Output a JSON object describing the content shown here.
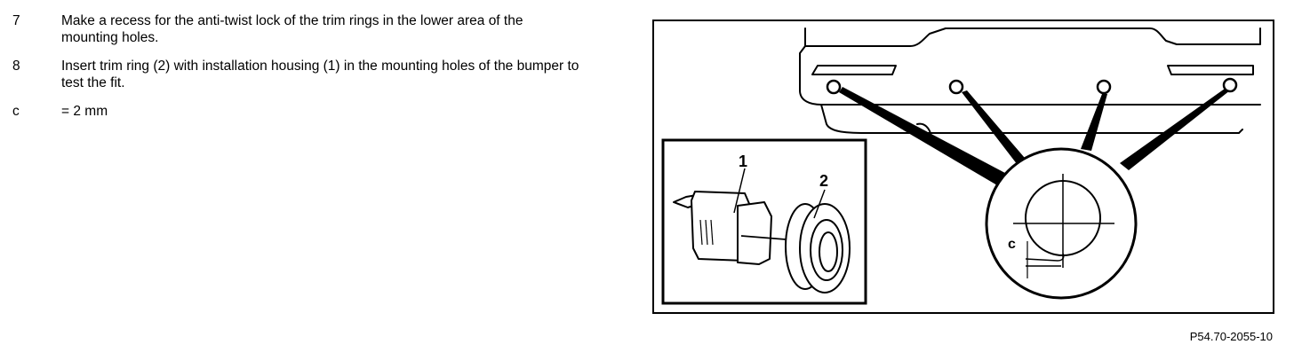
{
  "steps": [
    {
      "number": "7",
      "text": "Make a recess for the anti-twist lock of the trim rings in the lower area of the mounting holes."
    },
    {
      "number": "8",
      "text": "Insert trim ring (2) with installation housing (1) in the mounting holes of the bumper to test the fit."
    },
    {
      "number": "c",
      "text": "=  2 mm"
    }
  ],
  "figure": {
    "label_1": "1",
    "label_2": "2",
    "label_c": "c",
    "caption": "P54.70-2055-10"
  }
}
